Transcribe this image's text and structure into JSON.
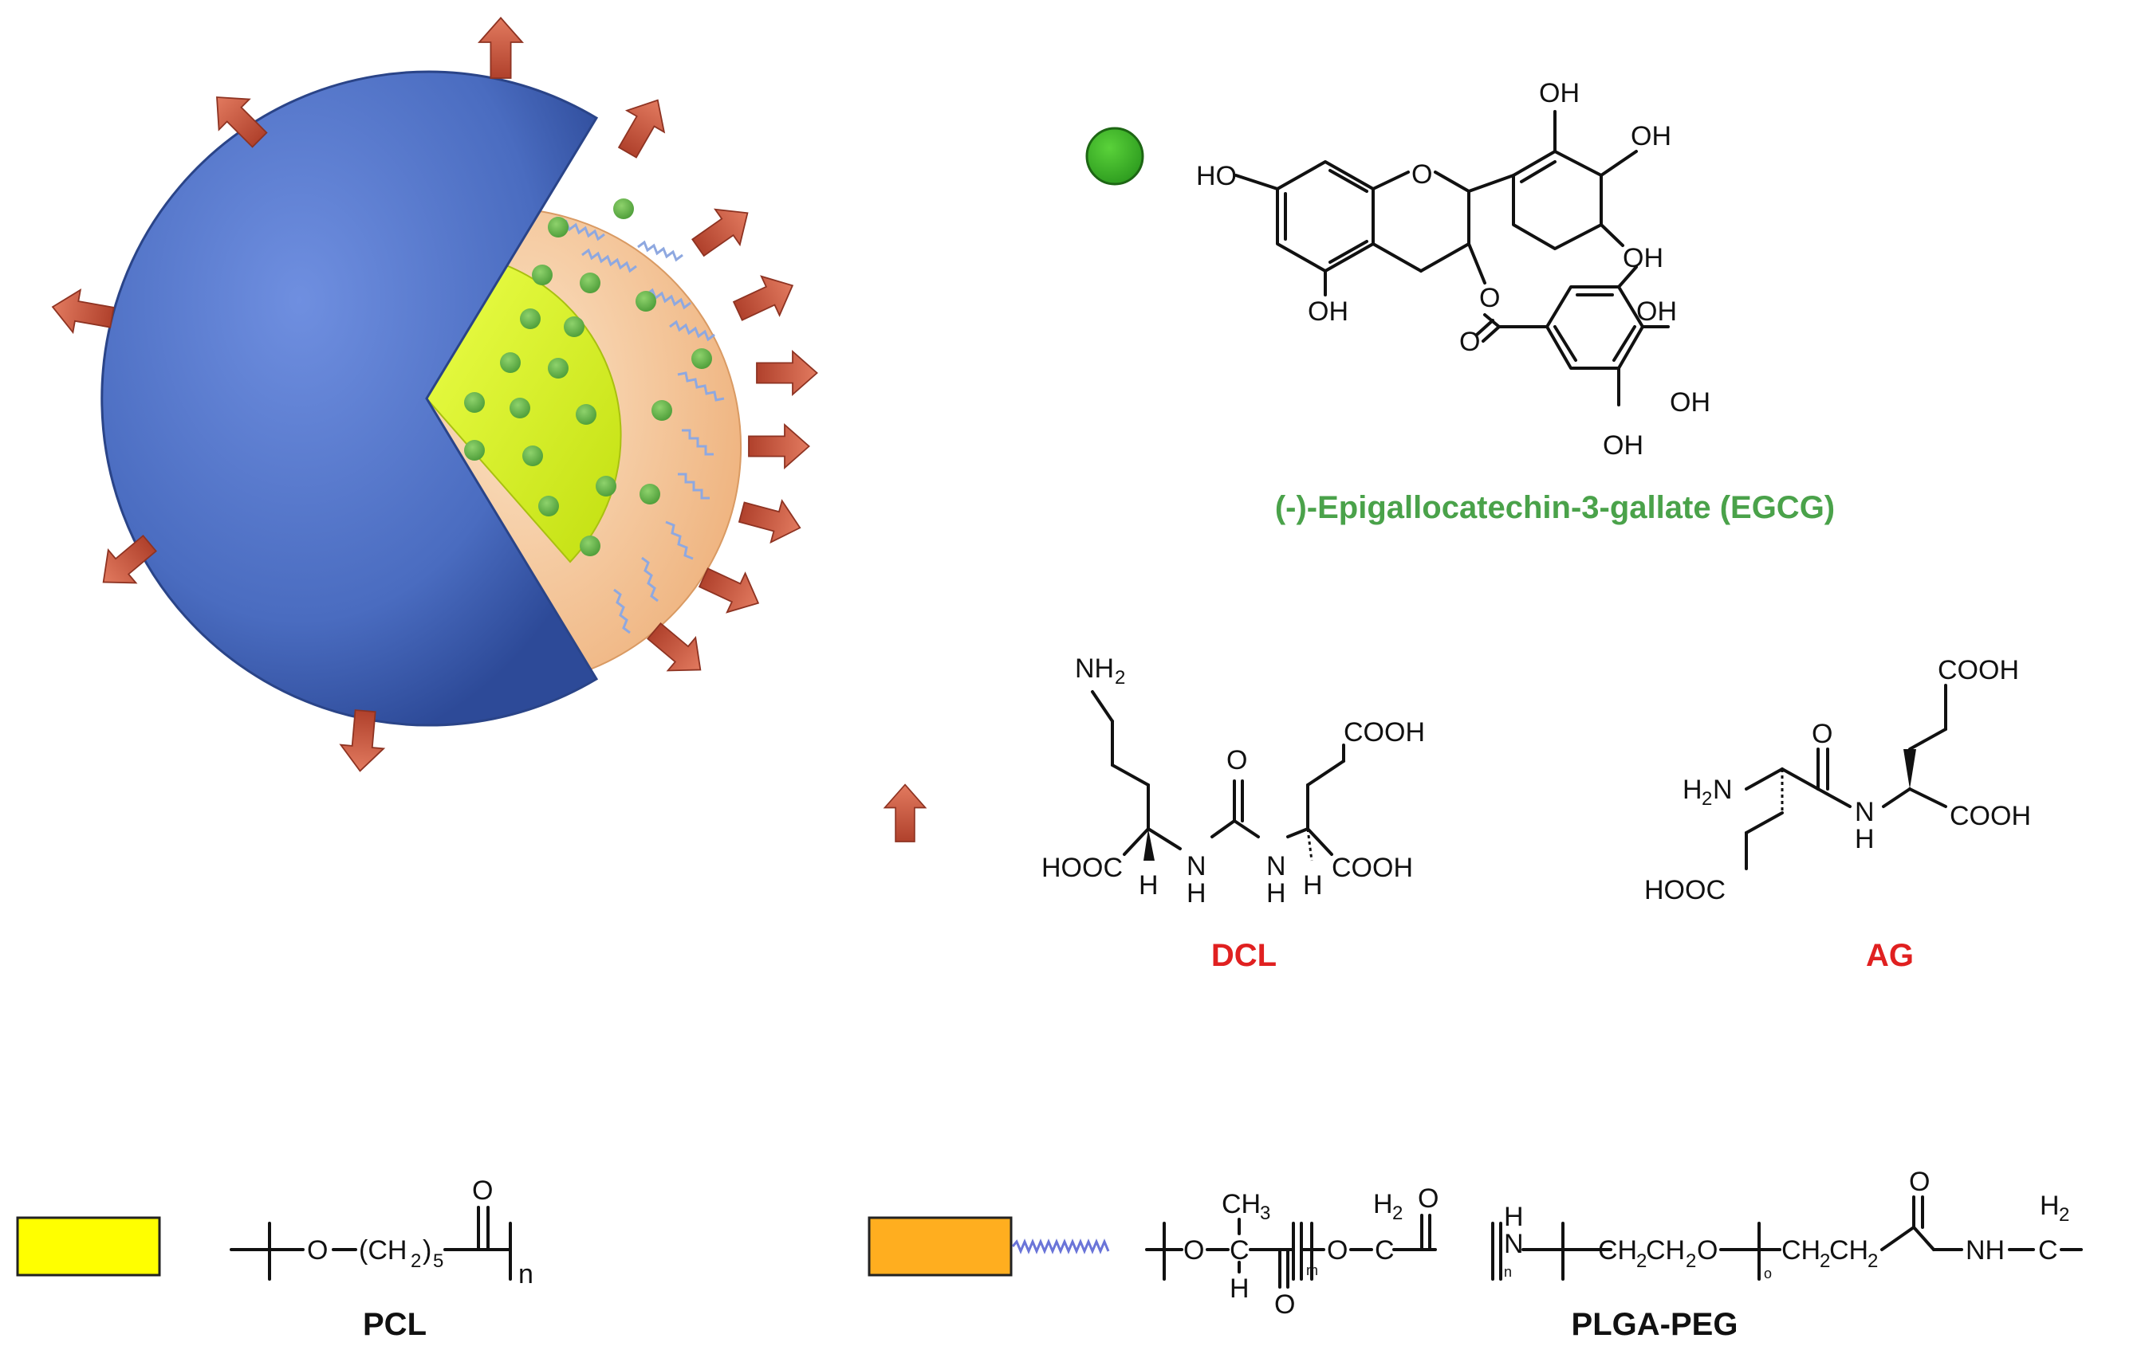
{
  "colors": {
    "shell_blue": "#4a6cc0",
    "core_yellow": "#d8f020",
    "peg_orange": "#f3c08c",
    "egcg_green": "#3fae3a",
    "ligand_arrow": "#c8553f",
    "label_red": "#e02020",
    "label_green": "#4aa24a",
    "pcl_swatch": "#ffff00",
    "plga_swatch": "#ffae1f",
    "linker_blue": "#6a74d8"
  },
  "icons": [
    "egcg-dot-icon",
    "ligand-arrow-icon",
    "pcl-swatch",
    "plga-peg-swatch"
  ],
  "labels": {
    "egcg": "(-)-Epigallocatechin-3-gallate (EGCG)",
    "dcl": "DCL",
    "ag": "AG",
    "pcl": "PCL",
    "plga_peg": "PLGA-PEG"
  },
  "egcg_atoms": {
    "ho_left": "HO",
    "o_ring": "O",
    "o_ester": "O",
    "o_carbonyl": "O",
    "oh_bottom": "OH",
    "oh_b1": "OH",
    "oh_b2": "OH",
    "oh_b3": "OH",
    "oh_g1": "OH",
    "oh_g2": "OH",
    "oh_g3": "OH"
  },
  "dcl_atoms": {
    "nh2": "NH",
    "nh2_sub": "2",
    "o": "O",
    "hooc": "HOOC",
    "cooh_right": "COOH",
    "cooh_top": "COOH",
    "n1": "N",
    "n2": "N",
    "h_n1": "H",
    "h_n2": "H",
    "h_c1": "H",
    "h_c2": "H"
  },
  "ag_atoms": {
    "h2n": "H",
    "h2n_sub": "2",
    "h2n_n": "N",
    "o": "O",
    "nh_n": "N",
    "nh_h": "H",
    "cooh_top": "COOH",
    "cooh_right": "COOH",
    "hooc": "HOOC"
  },
  "pcl_formula": {
    "o": "O",
    "dash": "—",
    "ch2_open": "(CH",
    "ch2_sub": "2",
    "ch2_close": ")",
    "ch2_n": "5",
    "carbonyl_o": "O",
    "n": "n"
  },
  "plga_formula": {
    "o1": "O",
    "c1": "C",
    "ch3": "CH",
    "ch3_sub": "3",
    "h": "H",
    "c_o": "O",
    "m": "m",
    "o2": "O",
    "h2": "H",
    "h2_sub": "2",
    "c2": "C",
    "c2_o": "O",
    "nh_h": "H",
    "nh_n": "N",
    "n": "n",
    "ch2ch2o": "CH",
    "ch2ch2o_sub1": "2",
    "ch2ch2o_mid": "CH",
    "ch2ch2o_sub2": "2",
    "ch2ch2o_end": "O",
    "o_sub": "o",
    "ch2ch2": "CH",
    "ch2ch2_sub1": "2",
    "ch2ch2_mid": "CH",
    "ch2ch2_sub2": "2",
    "amide_o": "O",
    "nh_end": "NH",
    "h2_end": "H",
    "h2_end_sub": "2",
    "c_end": "C"
  }
}
